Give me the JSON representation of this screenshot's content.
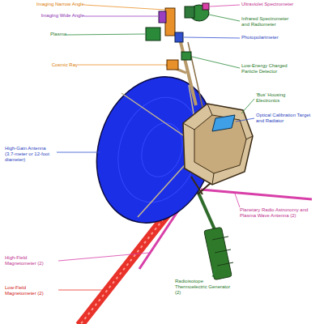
{
  "diagram": {
    "labels": [
      "Imaging Narrow Angle",
      "Imaging Wide Angle",
      "Plasma",
      "Cosmic Ray",
      "Ultraviolet Spectrometer",
      "Infrared Spectrometer and Radiometer",
      "Photopolarimeter",
      "Low-Energy Charged Particle Detector",
      "'Bus' Housing Electronics",
      "Optical Calibration Target and Radiator",
      "High-Gain Antenna (3.7-meter or 12-foot diameter)",
      "Planetary Radio Astronomy and Plasma Wave Antenna (2)",
      "High-Field Magnetometer (2)",
      "Low-Field Magnetometer (2)",
      "Radioisotope Thermoelectric Generator (2)"
    ]
  }
}
